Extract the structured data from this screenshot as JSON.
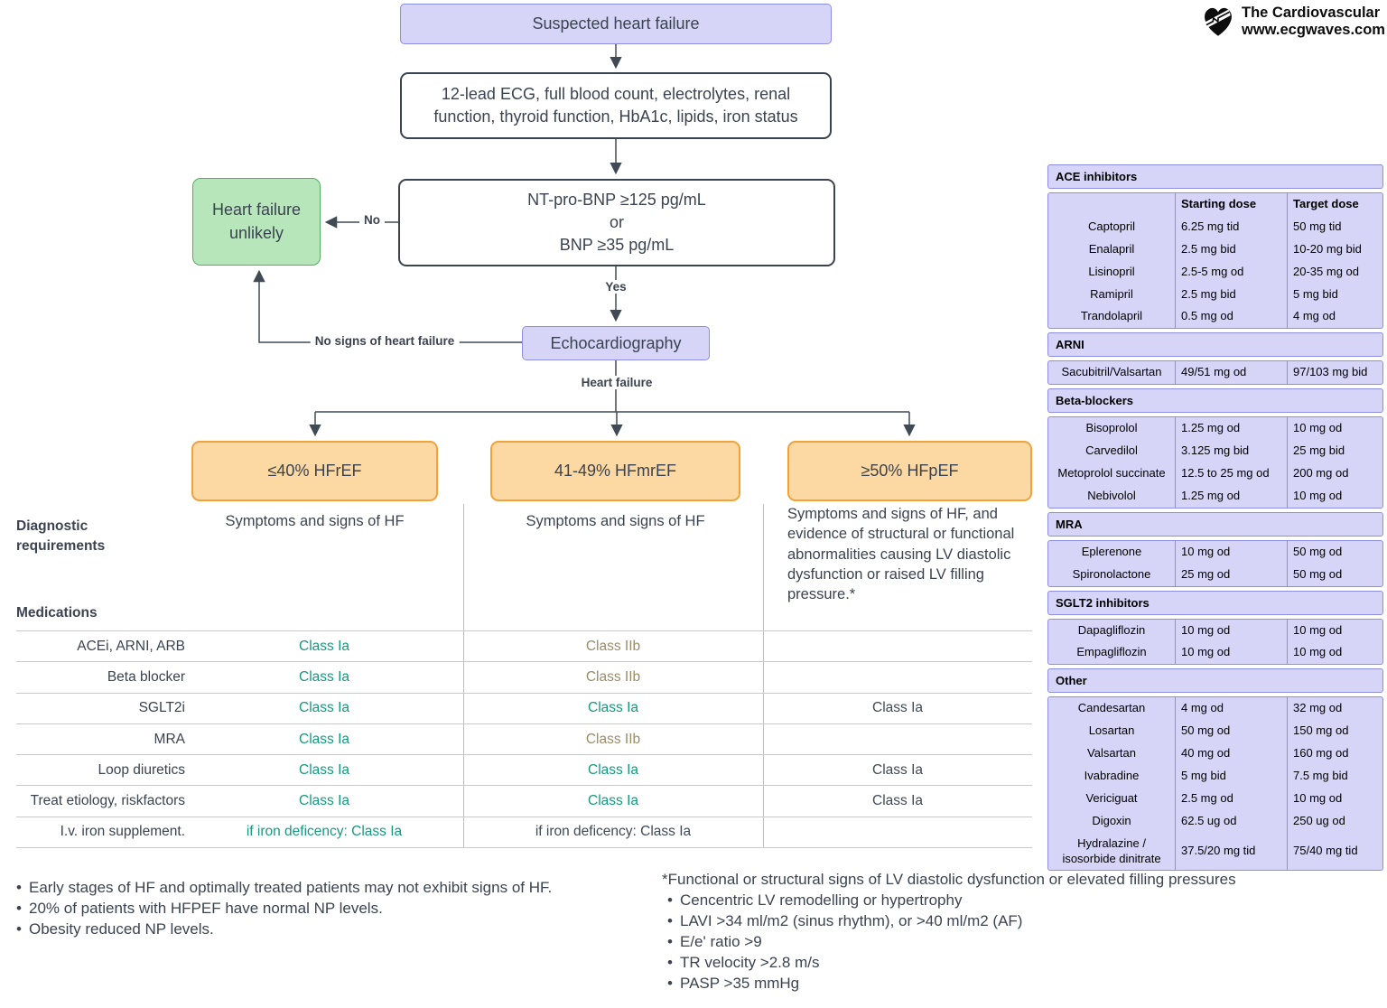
{
  "logo": {
    "line1": "The Cardiovascular",
    "line2": "www.ecgwaves.com"
  },
  "colors": {
    "accent_purple": "#8d8de4",
    "lavender_fill": "#d6d5f7",
    "green_fill": "#b7e6bb",
    "green_border": "#52ad63",
    "orange_fill": "#fcd8a2",
    "orange_border": "#f0a23c",
    "class_ia_green": "#17997f",
    "class_iib_tan": "#9c8b67",
    "text_dark": "#3b4350"
  },
  "flow": {
    "suspected": "Suspected heart failure",
    "workup": "12-lead ECG, full blood count, electrolytes, renal function, thyroid function, HbA1c, lipids, iron status",
    "bnp_line1": "NT-pro-BNP ≥125 pg/mL",
    "bnp_line2": "or",
    "bnp_line3": "BNP ≥35 pg/mL",
    "unlikely": "Heart failure unlikely",
    "no_label": "No",
    "yes_label": "Yes",
    "no_signs_label": "No signs of heart failure",
    "heart_failure_label": "Heart failure",
    "echo": "Echocardiography",
    "categories": [
      {
        "label": "≤40% HFrEF",
        "diagnostic": "Symptoms and signs of HF"
      },
      {
        "label": "41-49% HFmrEF",
        "diagnostic": "Symptoms and signs of HF"
      },
      {
        "label": "≥50% HFpEF",
        "diagnostic": "Symptoms and signs of HF, and evidence of structural or functional abnormalities causing LV diastolic dysfunction or raised LV filling pressure.*"
      }
    ]
  },
  "matrix": {
    "diagnostic_label": "Diagnostic requirements",
    "medications_label": "Medications",
    "rows": [
      {
        "label": "ACEi, ARNI, ARB",
        "cells": [
          {
            "text": "Class Ia",
            "color": "green"
          },
          {
            "text": "Class IIb",
            "color": "tan"
          },
          {
            "text": "",
            "color": "dark"
          }
        ]
      },
      {
        "label": "Beta blocker",
        "cells": [
          {
            "text": "Class Ia",
            "color": "green"
          },
          {
            "text": "Class IIb",
            "color": "tan"
          },
          {
            "text": "",
            "color": "dark"
          }
        ]
      },
      {
        "label": "SGLT2i",
        "cells": [
          {
            "text": "Class Ia",
            "color": "green"
          },
          {
            "text": "Class Ia",
            "color": "green"
          },
          {
            "text": "Class Ia",
            "color": "dark"
          }
        ]
      },
      {
        "label": "MRA",
        "cells": [
          {
            "text": "Class Ia",
            "color": "green"
          },
          {
            "text": "Class IIb",
            "color": "tan"
          },
          {
            "text": "",
            "color": "dark"
          }
        ]
      },
      {
        "label": "Loop diuretics",
        "cells": [
          {
            "text": "Class Ia",
            "color": "green"
          },
          {
            "text": "Class Ia",
            "color": "green"
          },
          {
            "text": "Class Ia",
            "color": "dark"
          }
        ]
      },
      {
        "label": "Treat etiology, riskfactors",
        "cells": [
          {
            "text": "Class Ia",
            "color": "green"
          },
          {
            "text": "Class Ia",
            "color": "green"
          },
          {
            "text": "Class Ia",
            "color": "dark"
          }
        ]
      },
      {
        "label": "I.v. iron supplement.",
        "cells": [
          {
            "text": "if iron deficency: Class Ia",
            "color": "green"
          },
          {
            "text": "if iron deficency: Class Ia",
            "color": "dark"
          },
          {
            "text": "",
            "color": "dark"
          }
        ]
      }
    ]
  },
  "dose_table": {
    "col_headers": [
      "Starting dose",
      "Target dose"
    ],
    "sections": [
      {
        "title": "ACE inhibitors",
        "show_headers": true,
        "rows": [
          [
            "Captopril",
            "6.25 mg tid",
            "50 mg tid"
          ],
          [
            "Enalapril",
            "2.5 mg bid",
            "10-20 mg bid"
          ],
          [
            "Lisinopril",
            "2.5-5 mg od",
            "20-35 mg od"
          ],
          [
            "Ramipril",
            "2.5 mg bid",
            "5 mg bid"
          ],
          [
            "Trandolapril",
            "0.5 mg od",
            "4 mg od"
          ]
        ]
      },
      {
        "title": "ARNI",
        "show_headers": false,
        "rows": [
          [
            "Sacubitril/Valsartan",
            "49/51 mg od",
            "97/103 mg bid"
          ]
        ]
      },
      {
        "title": "Beta-blockers",
        "show_headers": false,
        "rows": [
          [
            "Bisoprolol",
            "1.25 mg od",
            "10 mg od"
          ],
          [
            "Carvedilol",
            "3.125 mg bid",
            "25 mg bid"
          ],
          [
            "Metoprolol succinate",
            "12.5 to 25 mg od",
            "200 mg od"
          ],
          [
            "Nebivolol",
            "1.25 mg od",
            "10 mg od"
          ]
        ]
      },
      {
        "title": "MRA",
        "show_headers": false,
        "rows": [
          [
            "Eplerenone",
            "10 mg od",
            "50 mg od"
          ],
          [
            "Spironolactone",
            "25 mg od",
            "50 mg od"
          ]
        ]
      },
      {
        "title": "SGLT2 inhibitors",
        "show_headers": false,
        "rows": [
          [
            "Dapagliflozin",
            "10 mg od",
            "10 mg od"
          ],
          [
            "Empagliflozin",
            "10 mg od",
            "10 mg od"
          ]
        ]
      },
      {
        "title": "Other",
        "show_headers": false,
        "rows": [
          [
            "Candesartan",
            "4 mg od",
            "32 mg od"
          ],
          [
            "Losartan",
            "50 mg od",
            "150 mg od"
          ],
          [
            "Valsartan",
            "40 mg od",
            "160 mg od"
          ],
          [
            "Ivabradine",
            "5 mg bid",
            "7.5 mg bid"
          ],
          [
            "Vericiguat",
            "2.5 mg od",
            "10 mg od"
          ],
          [
            "Digoxin",
            "62.5 ug od",
            "250 ug od"
          ],
          [
            "Hydralazine / isosorbide dinitrate",
            "37.5/20 mg tid",
            "75/40 mg tid"
          ]
        ]
      }
    ]
  },
  "footnotes": {
    "left": [
      "Early stages of HF and optimally treated patients may not exhibit signs of HF.",
      "20% of patients with HFPEF have normal NP levels.",
      "Obesity reduced NP levels."
    ],
    "right_title": "*Functional or structural signs of LV diastolic dysfunction or elevated filling pressures",
    "right": [
      "Cencentric LV remodelling or hypertrophy",
      "LAVI >34 ml/m2 (sinus rhythm), or >40 ml/m2 (AF)",
      "E/e' ratio >9",
      "TR velocity >2.8 m/s",
      "PASP >35 mmHg"
    ]
  }
}
